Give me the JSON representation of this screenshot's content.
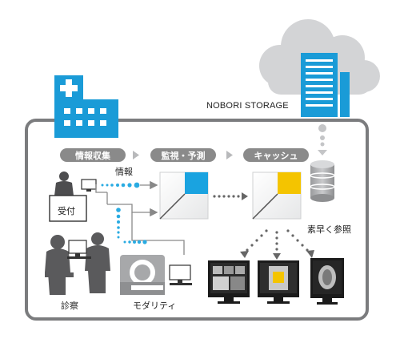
{
  "storage": {
    "name": "NOBORI STORAGE"
  },
  "steps": [
    {
      "label": "情報収集"
    },
    {
      "label": "監視・予測"
    },
    {
      "label": "キャッシュ"
    }
  ],
  "labels": {
    "info": "情報",
    "reception": "受付",
    "consultation": "診察",
    "modality": "モダリティ",
    "quick_view": "素早く参照"
  },
  "colors": {
    "hospital_blue": "#1a9bd7",
    "pill_gray": "#8a8a8a",
    "cache_yellow": "#f4c400",
    "monitor_blue": "#1aa3e0",
    "cloud_gray": "#d3d4d6",
    "dotted_blue": "#29abe2"
  }
}
